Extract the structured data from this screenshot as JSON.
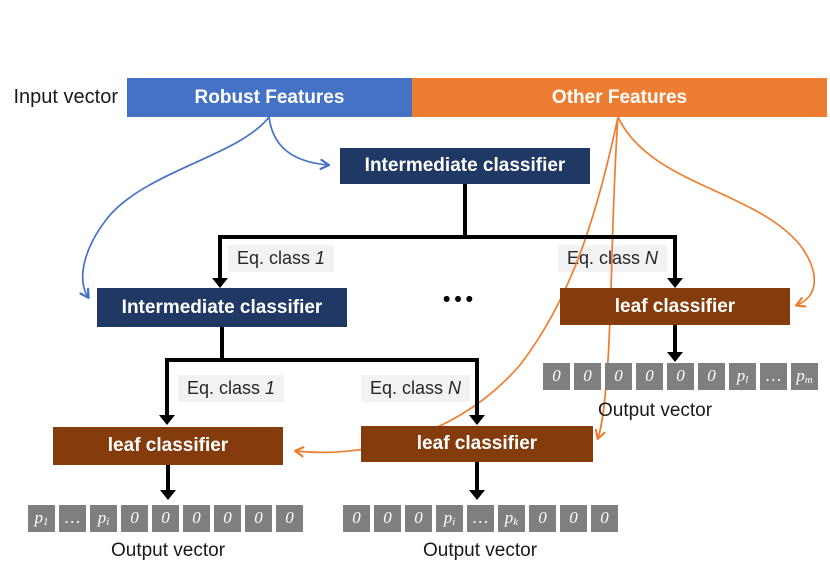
{
  "palette": {
    "feature_blue": "#4472C4",
    "feature_orange": "#ED7D31",
    "intermediate_navy": "#1F3864",
    "leaf_brown": "#843C0C",
    "cell_gray": "#7F7F7F",
    "edge_label_bg": "#F2F2F2",
    "tree_line": "#000000"
  },
  "input_bar": {
    "label": "Input vector",
    "segments": [
      {
        "name": "robust",
        "label": "Robust Features",
        "color": "#4472C4"
      },
      {
        "name": "other",
        "label": "Other Features",
        "color": "#ED7D31"
      }
    ]
  },
  "nodes": {
    "root": {
      "label": "Intermediate classifier"
    },
    "mid": {
      "label": "Intermediate classifier"
    },
    "leaf_right": {
      "label": "leaf classifier"
    },
    "leaf_left": {
      "label": "leaf classifier"
    },
    "leaf_mid": {
      "label": "leaf classifier"
    },
    "ellipsis": "•••"
  },
  "edge_labels": {
    "l2_left": {
      "text": "Eq. class",
      "var": "1"
    },
    "l2_right": {
      "text": "Eq. class",
      "var": "N"
    },
    "l3_left": {
      "text": "Eq. class",
      "var": "1"
    },
    "l3_right": {
      "text": "Eq. class",
      "var": "N"
    }
  },
  "output_vectors": {
    "left": {
      "caption": "Output vector",
      "cells": [
        {
          "b": "p",
          "s": "1"
        },
        {
          "b": "…"
        },
        {
          "b": "p",
          "s": "i"
        },
        {
          "b": "0"
        },
        {
          "b": "0"
        },
        {
          "b": "0"
        },
        {
          "b": "0"
        },
        {
          "b": "0"
        },
        {
          "b": "0"
        }
      ]
    },
    "middle": {
      "caption": "Output vector",
      "cells": [
        {
          "b": "0"
        },
        {
          "b": "0"
        },
        {
          "b": "0"
        },
        {
          "b": "p",
          "s": "i"
        },
        {
          "b": "…"
        },
        {
          "b": "p",
          "s": "k"
        },
        {
          "b": "0"
        },
        {
          "b": "0"
        },
        {
          "b": "0"
        }
      ]
    },
    "right": {
      "caption": "Output vector",
      "cells": [
        {
          "b": "0"
        },
        {
          "b": "0"
        },
        {
          "b": "0"
        },
        {
          "b": "0"
        },
        {
          "b": "0"
        },
        {
          "b": "0"
        },
        {
          "b": "p",
          "s": "l"
        },
        {
          "b": "…"
        },
        {
          "b": "p",
          "s": "m"
        }
      ]
    }
  },
  "arrows": {
    "blue_to_root": "Robust Features → Intermediate classifier (root)",
    "blue_to_mid": "Robust Features → Intermediate classifier (level 2)",
    "orange_to_leaf_right": "Other Features → leaf classifier (right)",
    "orange_to_leaf_mid": "Other Features → leaf classifier (middle)",
    "orange_to_leaf_left": "Other Features → leaf classifier (left)"
  }
}
